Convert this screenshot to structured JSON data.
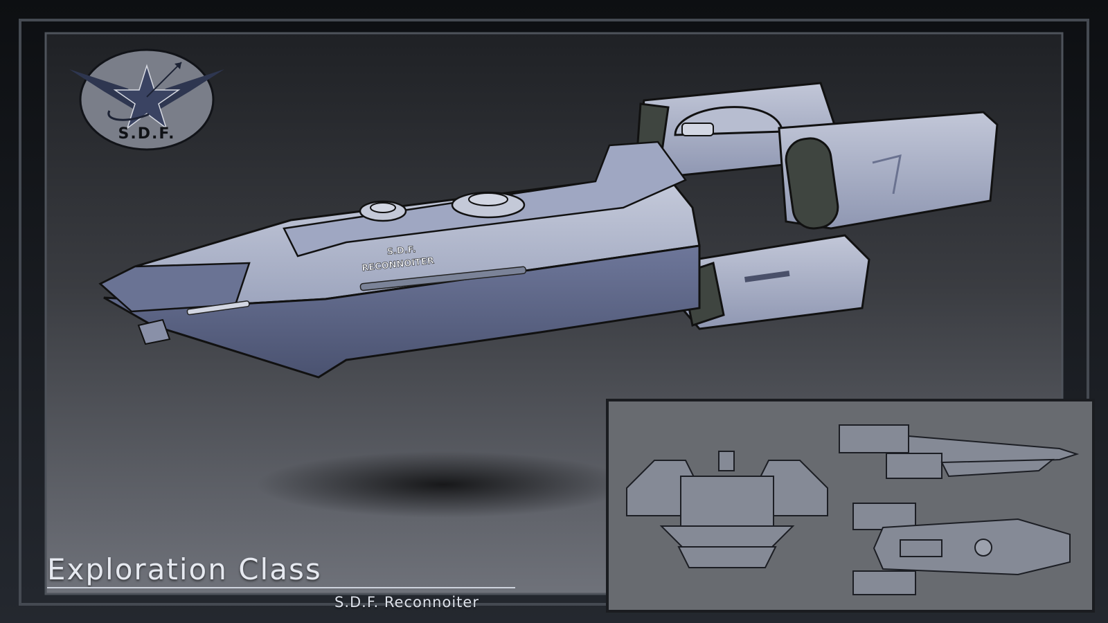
{
  "logo": {
    "text": "S.D.F."
  },
  "hull_marking": {
    "line1": "S.D.F.",
    "line2": "RECONNOITER"
  },
  "title": {
    "class_name": "Exploration Class",
    "ship_name": "S.D.F. Reconnoiter"
  },
  "colors": {
    "outer_background": "#14171c",
    "panel_top": "#202226",
    "panel_bottom": "#6b6e75",
    "hull_light": "#b3b9cd",
    "hull_dark": "#5e6783",
    "logo_fill": "#7a7e89",
    "inset_background": "#686b70",
    "title_text": "#e6e9f0"
  }
}
